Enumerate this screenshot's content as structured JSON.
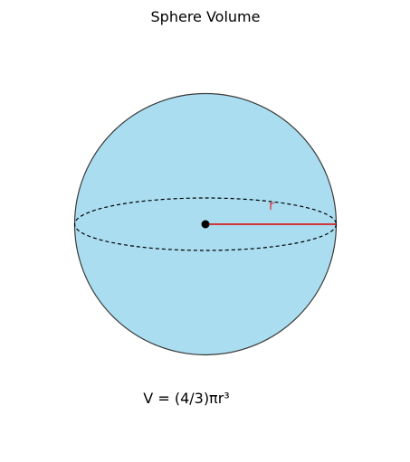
{
  "title": "Sphere Volume",
  "radius_label": "r",
  "formula": "V = (4/3)πr³",
  "colors": {
    "sphere_fill": "#a9ddef",
    "sphere_stroke": "#3a3a3a",
    "radius_line": "#e00000",
    "radius_label": "#e0323c",
    "equator": "#000000",
    "center_dot": "#000000"
  }
}
